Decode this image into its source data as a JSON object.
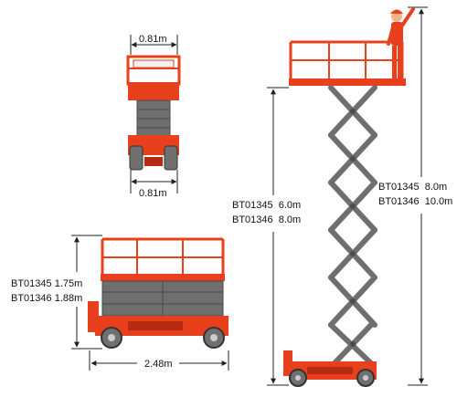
{
  "colors": {
    "platform": "#e8401c",
    "platform_dark": "#b52a10",
    "scissor": "#6f6f6f",
    "scissor_dark": "#4a4a4a",
    "dimension_line": "#222222",
    "worker": "#e8401c"
  },
  "dimensions": {
    "front_top_width": "0.81m",
    "front_bottom_width": "0.81m",
    "side_length": "2.48m",
    "stowed_height_line1": "BT01345 1.75m",
    "stowed_height_line2": "BT01346 1.88m",
    "platform_height_line1": "BT01345  6.0m",
    "platform_height_line2": "BT01346  8.0m",
    "working_height_line1": "BT01345  8.0m",
    "working_height_line2": "BT01346  10.0m"
  },
  "views": {
    "front": "front-view-icon",
    "side_stowed": "side-view-stowed-icon",
    "side_raised": "side-view-raised-icon",
    "worker": "worker-icon"
  }
}
